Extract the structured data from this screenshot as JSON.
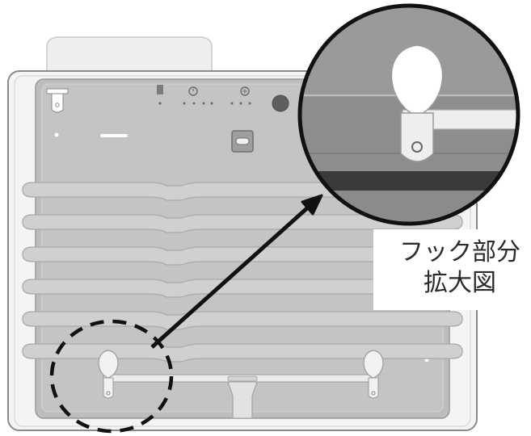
{
  "caption": {
    "line1": "フック部分",
    "line2": "拡大図"
  },
  "icons": {
    "panel_icons": [
      "timer-icon",
      "fan-icon",
      "power-button-icon",
      "mode-button-icon"
    ],
    "callout": "magnifier-circle",
    "pointer": "arrow-icon"
  },
  "colors": {
    "panel_gray": "#b9b9b9",
    "body_outline": "#8a8a8a",
    "zoom_bg": "#8f8f8f",
    "zoom_dark_band": "#3a3a3a",
    "arrow": "#111111"
  }
}
